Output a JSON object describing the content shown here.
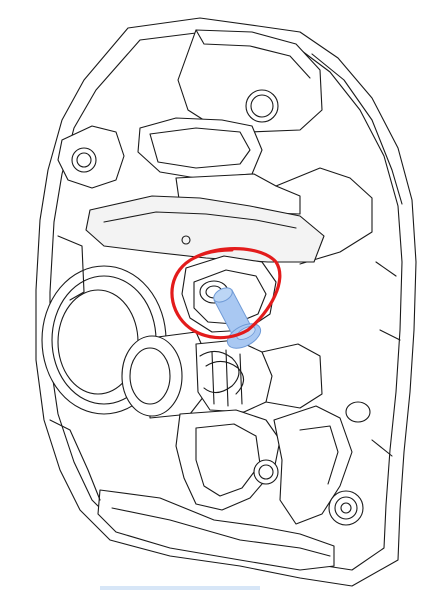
{
  "viewer": {
    "background": "#ffffff",
    "annotation_color": "#e31b1b",
    "highlight_fill": "#a9c8f2",
    "highlight_stroke": "#6f9ad6",
    "line_color": "#1a1a1a"
  },
  "annotation": {
    "shape": "ellipse",
    "color": "red"
  },
  "highlighted_part": {
    "name": "screw",
    "color": "light-blue"
  }
}
